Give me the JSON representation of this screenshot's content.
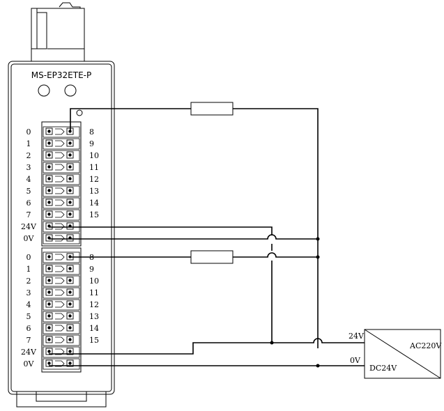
{
  "module": {
    "model": "MS-EP32ETE-P"
  },
  "terminal_blocks": [
    {
      "left_labels": [
        "0",
        "1",
        "2",
        "3",
        "4",
        "5",
        "6",
        "7",
        "24V",
        "0V"
      ],
      "right_labels": [
        "8",
        "9",
        "10",
        "11",
        "12",
        "13",
        "14",
        "15",
        "",
        ""
      ]
    },
    {
      "left_labels": [
        "0",
        "1",
        "2",
        "3",
        "4",
        "5",
        "6",
        "7",
        "24V",
        "0V"
      ],
      "right_labels": [
        "8",
        "9",
        "10",
        "11",
        "12",
        "13",
        "14",
        "15",
        "",
        ""
      ]
    }
  ],
  "power_supply": {
    "label_24v": "24V",
    "label_0v": "0V",
    "input_label": "AC220V",
    "output_label": "DC24V"
  }
}
